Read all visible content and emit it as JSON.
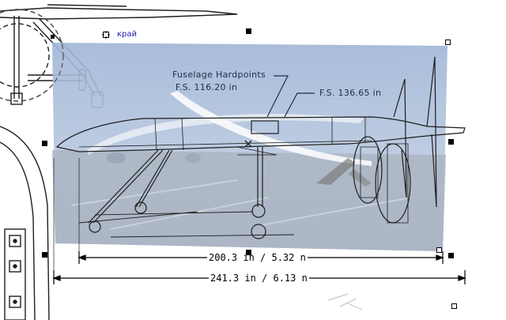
{
  "snap": {
    "label": "край",
    "icon": "snap-target-icon"
  },
  "callouts": {
    "fuselage_hardpoints_title": "Fuselage Hardpoints",
    "fuselage_hardpoints_station": "F.S. 116.20 in",
    "aft_station": "F.S. 136.65 in"
  },
  "dimensions": {
    "inner_length": "200.3 in / 5.32 n",
    "overall_length": "241.3 in / 6.13 n"
  },
  "colors": {
    "overlay_tint": "#8fa7c9",
    "line_art": "#1e1e1e",
    "selection_handle": "#000000",
    "snap_label": "#1a1aa8"
  }
}
